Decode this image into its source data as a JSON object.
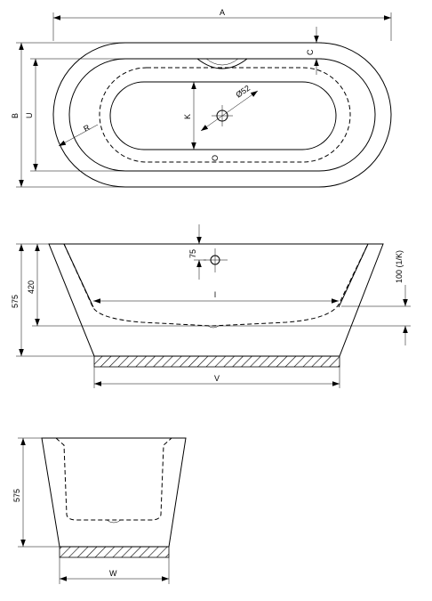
{
  "top_view": {
    "dim_a": "A",
    "dim_b": "B",
    "dim_u": "U",
    "dim_c": "C",
    "dim_k": "K",
    "dim_r": "R",
    "dim_o": "O",
    "drain_diameter": "Ø52"
  },
  "side_view": {
    "dim_total_height": "575",
    "dim_inner_depth": "420",
    "dim_overflow": "75",
    "dim_drain_height": "100 (1/K)",
    "dim_l": "l",
    "dim_v": "V"
  },
  "end_view": {
    "dim_height": "575",
    "dim_w": "W"
  }
}
